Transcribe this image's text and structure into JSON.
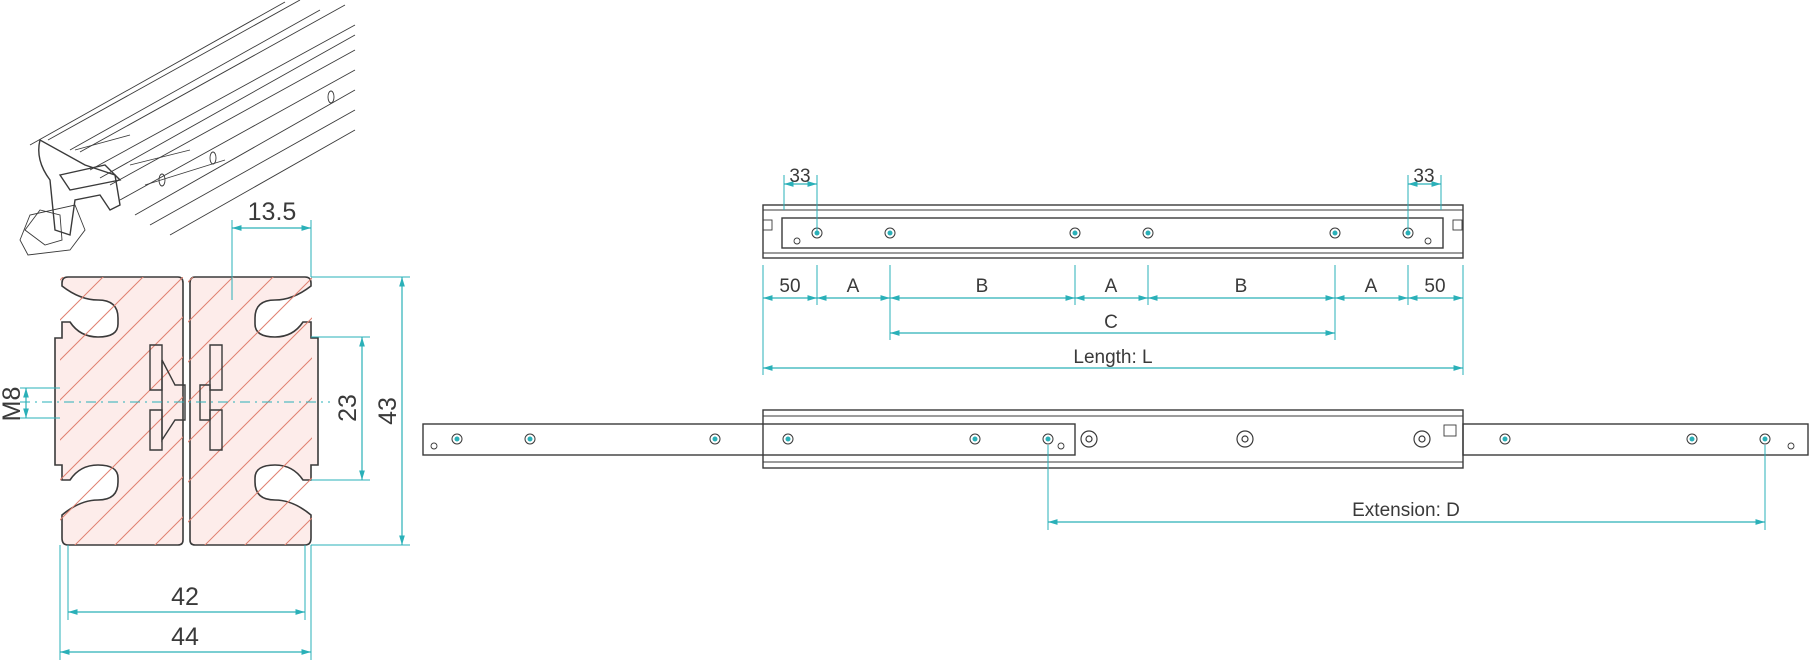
{
  "section": {
    "dim_top_width": "13.5",
    "dim_inner_height": "23",
    "dim_total_height": "43",
    "dim_thread": "M8",
    "dim_body_width": "42",
    "dim_total_width": "44"
  },
  "top_view": {
    "dim_end_left": "33",
    "dim_end_right": "33",
    "seg_labels": [
      "50",
      "A",
      "B",
      "A",
      "B",
      "A",
      "50"
    ],
    "dim_c": "C",
    "dim_length": "Length: L"
  },
  "extended_view": {
    "dim_extension": "Extension: D"
  }
}
